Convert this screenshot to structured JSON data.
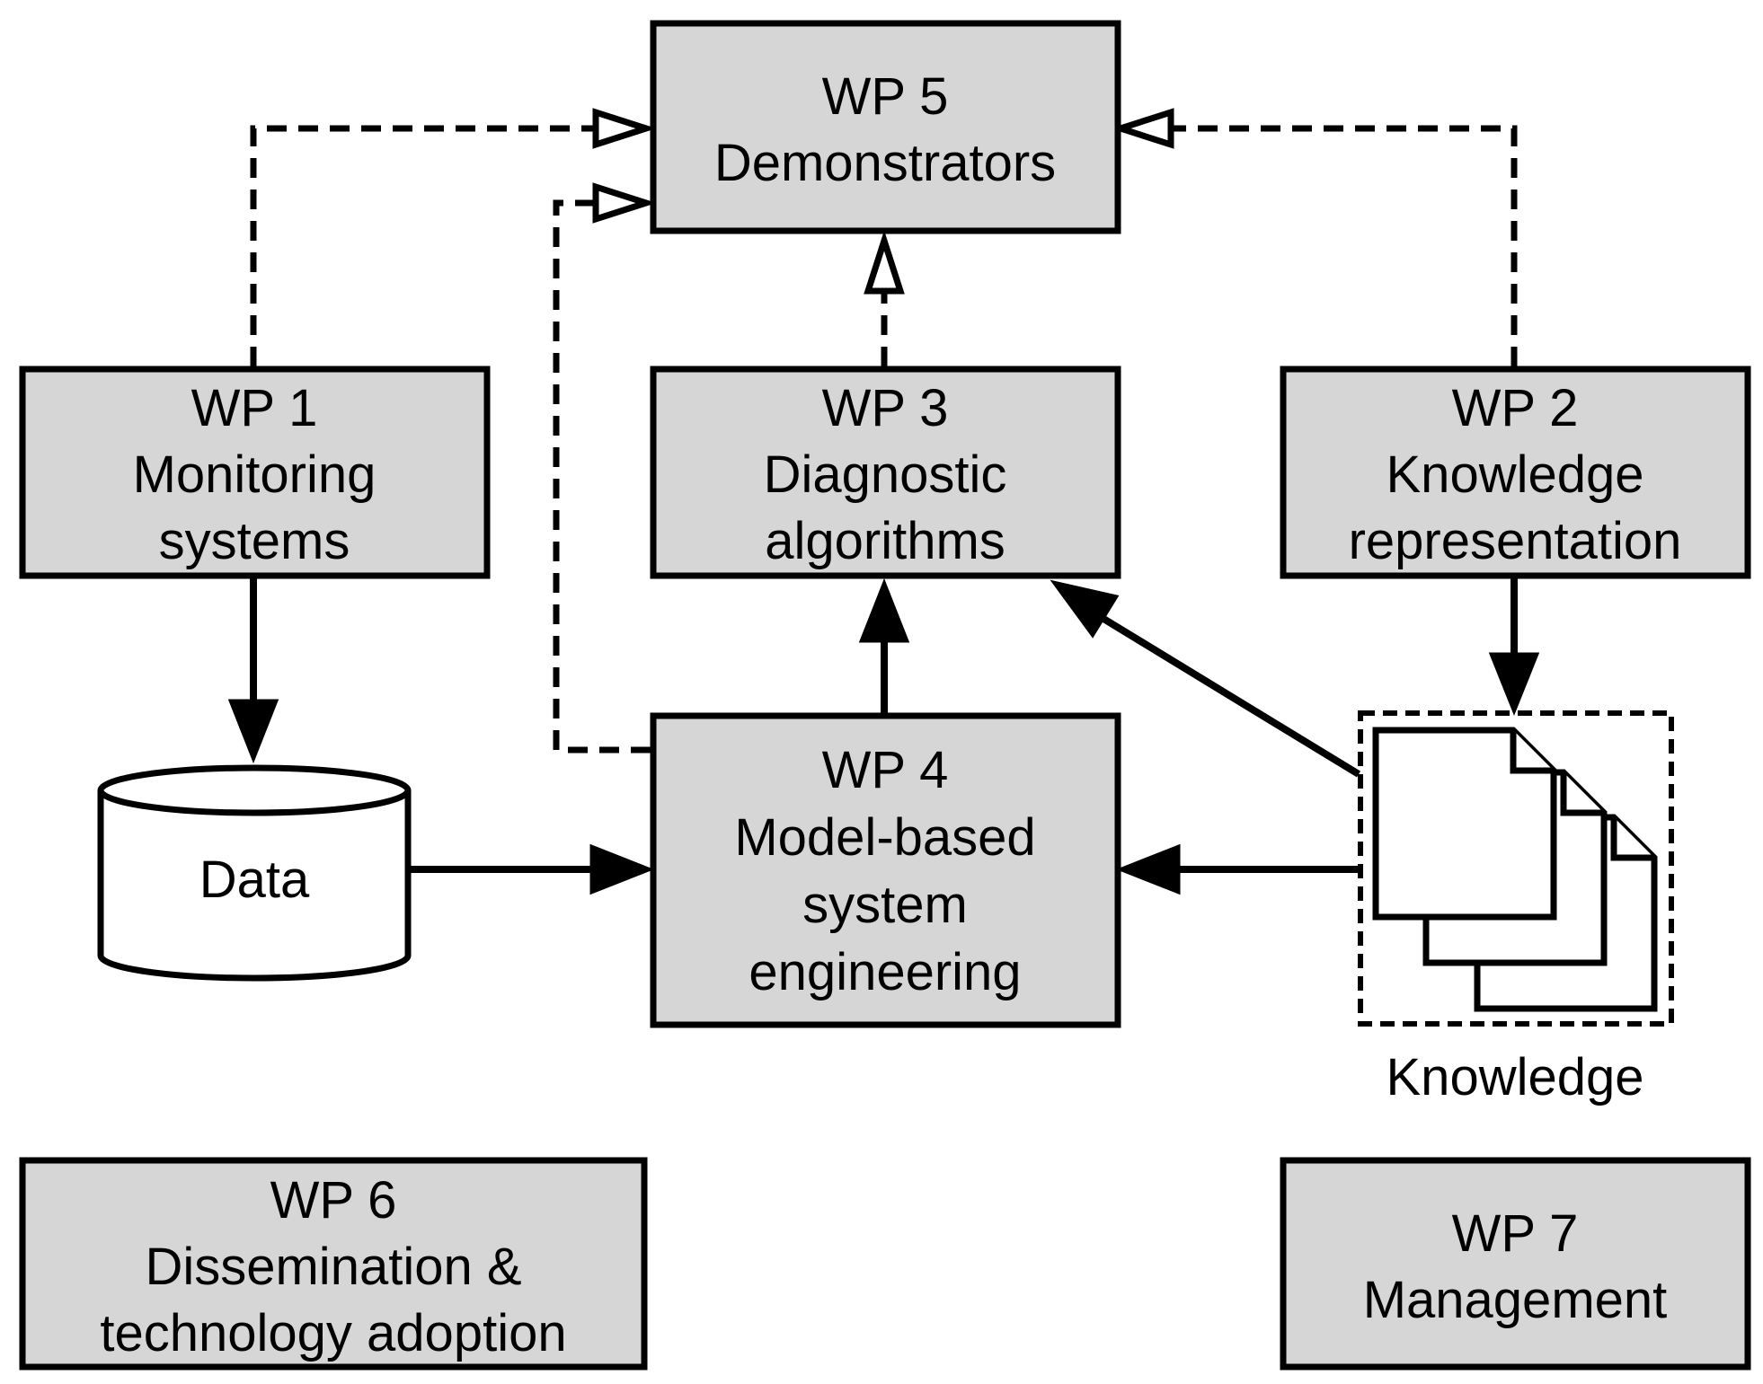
{
  "nodes": {
    "wp5": {
      "lines": [
        "WP 5",
        "Demonstrators"
      ]
    },
    "wp1": {
      "lines": [
        "WP 1",
        "Monitoring",
        "systems"
      ]
    },
    "wp3": {
      "lines": [
        "WP 3",
        "Diagnostic",
        "algorithms"
      ]
    },
    "wp2": {
      "lines": [
        "WP 2",
        "Knowledge",
        "representation"
      ]
    },
    "wp4": {
      "lines": [
        "WP 4",
        "Model-based",
        "system",
        "engineering"
      ]
    },
    "data": {
      "label": "Data"
    },
    "knowledge": {
      "label": "Knowledge"
    },
    "wp6": {
      "lines": [
        "WP 6",
        "Dissemination &",
        "technology adoption"
      ]
    },
    "wp7": {
      "lines": [
        "WP 7",
        "Management"
      ]
    }
  },
  "edges": [
    {
      "from": "wp1",
      "to": "wp5",
      "style": "dashed"
    },
    {
      "from": "wp4",
      "to": "wp5",
      "style": "dashed"
    },
    {
      "from": "wp3",
      "to": "wp5",
      "style": "dashed"
    },
    {
      "from": "wp2",
      "to": "wp5",
      "style": "dashed"
    },
    {
      "from": "wp1",
      "to": "data",
      "style": "solid"
    },
    {
      "from": "data",
      "to": "wp4",
      "style": "solid"
    },
    {
      "from": "wp4",
      "to": "wp3",
      "style": "solid"
    },
    {
      "from": "knowledge",
      "to": "wp3",
      "style": "solid"
    },
    {
      "from": "knowledge",
      "to": "wp4",
      "style": "solid"
    },
    {
      "from": "wp2",
      "to": "knowledge",
      "style": "solid"
    }
  ]
}
